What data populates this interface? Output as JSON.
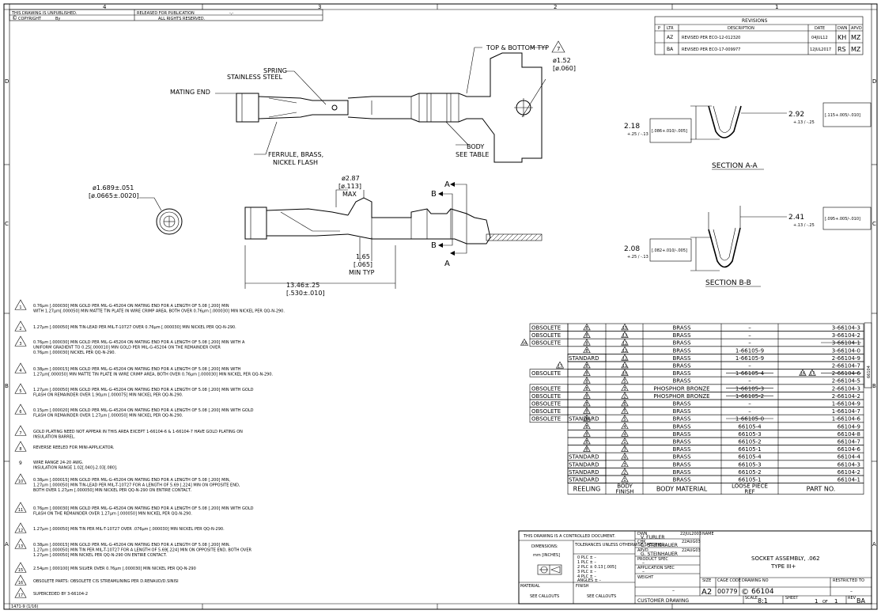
{
  "header": {
    "unpublished": "THIS DRAWING IS UNPUBLISHED.",
    "released": "RELEASED FOR PUBLICATION",
    "released_value": "-,-",
    "copyright": "COPYRIGHT",
    "copyright_by": "By",
    "rights": "ALL RIGHTS RESERVED."
  },
  "zones": {
    "top": [
      "4",
      "3",
      "2",
      "1"
    ],
    "side": [
      "D",
      "C",
      "B",
      "A"
    ]
  },
  "revisions": {
    "title": "REVISIONS",
    "headers": [
      "P",
      "LTR",
      "DESCRIPTION",
      "DATE",
      "DWN",
      "APVD"
    ],
    "rows": [
      {
        "ltr": "AZ",
        "desc": "REVISED PER ECO-12-012320",
        "date": "04JUL12",
        "dwn": "KH",
        "apvd": "MZ"
      },
      {
        "ltr": "BA",
        "desc": "REVISED PER ECO-17-009977",
        "date": "12JUL2017",
        "dwn": "RS",
        "apvd": "MZ"
      }
    ]
  },
  "labels": {
    "spring": "SPRING",
    "stainless": "STAINLESS STEEL",
    "mating_end": "MATING END",
    "top_bottom": "TOP & BOTTOM TYP",
    "dia152": "ø1.52",
    "dia060": "[ø.060]",
    "ferrule": "FERRULE, BRASS,",
    "nickel_flash": "NICKEL FLASH",
    "body": "BODY",
    "see_table": "SEE TABLE",
    "dia1689": "ø1.689±.051",
    "dia0665": "[ø.0665±.0020]",
    "dia287": "ø2.87",
    "dia113": "[ø.113]",
    "max": "MAX",
    "d165": "1.65",
    "d065": "[.065]",
    "min_typ": "MIN TYP",
    "d1346": "13.46±.25",
    "d530": "[.530±.010]",
    "A": "A",
    "B": "B",
    "note7": "7",
    "sec_aa": "SECTION A-A",
    "sec_bb": "SECTION B-B",
    "aa_w": "2.92",
    "aa_w_tol": "+.13 / -.25",
    "aa_w_in": "[.115+.005/-.010]",
    "aa_h": "2.18",
    "aa_h_tol": "+.25 / -.13",
    "aa_h_in": "[.086+.010/-.005]",
    "bb_w": "2.41",
    "bb_w_tol": "+.13 / -.25",
    "bb_w_in": "[.095+.005/-.010]",
    "bb_h": "2.08",
    "bb_h_tol": "+.25 / -.13",
    "bb_h_in": "[.082+.010/-.005]"
  },
  "notes": [
    {
      "n": "1",
      "flag": true,
      "text": [
        "0.76µm [.000030] MIN GOLD PER MIL-G-45204 ON MATING END FOR A LENGTH OF 5.08 [.200] MIN",
        "WITH 1.27µm[.000050] MIN MATTE TIN PLATE IN WIRE CRIMP AREA, BOTH OVER 0.76µm [.000030] MIN NICKEL PER QQ-N-290."
      ]
    },
    {
      "n": "2",
      "flag": true,
      "text": [
        "1.27µm [.000050] MIN TIN-LEAD PER MIL-T-10727 OVER 0.76µm [.000030] MIN NICKEL PER QQ-N-290."
      ]
    },
    {
      "n": "3",
      "flag": true,
      "text": [
        "0.76µm [.000030] MIN GOLD PER MIL-G-45204 ON MATING END FOR A LENGTH OF 5.08 [.200] MIN WITH A",
        "UNIFORM GRADIENT TO 0.25[.000010] MIN GOLD PER MIL-G-45204 ON THE REMAINDER OVER",
        "0.76µm [.000030] NICKEL PER QQ-N-290."
      ]
    },
    {
      "n": "4",
      "flag": true,
      "text": [
        "0.38µm [.000015] MIN GOLD PER MIL-G-45204 ON MATING END FOR A LENGTH OF 5.08 [.200] MIN WITH",
        "1.27µm[.000050] MIN MATTE TIN PLATE IN WIRE CRIMP AREA, BOTH OVER 0.76µm [.000030] MIN NICKEL PER QQ-N-290."
      ]
    },
    {
      "n": "5",
      "flag": true,
      "text": [
        "1.27µm [.000050] MIN GOLD PER MIL-G-45204 ON MATING END FOR A LENGTH OF 5.08 [.200] MIN WITH GOLD",
        "FLASH ON REMAINDER OVER 1.90µm [.000075] MIN NICKEL PER QQ-N-290."
      ]
    },
    {
      "n": "6",
      "flag": true,
      "text": [
        "0.15µm [.000020] MIN GOLD PER MIL-G-45204 ON MATING END FOR A LENGTH OF 5.08 [.200] MIN WITH GOLD",
        "FLASH ON REMAINDER OVER 1.27µm [.000050] MIN NICKEL PER QQ-N-290."
      ]
    },
    {
      "n": "7",
      "flag": true,
      "text": [
        "GOLD PLATING NEED NOT APPEAR IN THIS AREA EXCEPT 1-66104-6 & 1-66104-7 HAVE GOLD PLATING ON",
        "INSULATION BARREL."
      ]
    },
    {
      "n": "8",
      "flag": true,
      "text": [
        "REVERSE REELED FOR MINI-APPLICATOR."
      ]
    },
    {
      "n": "9",
      "flag": false,
      "text": [
        "WIRE RANGE 24-20 AWG.",
        "INSULATION RANGE 1.02[.040]-2.03[.080]."
      ]
    },
    {
      "n": "10",
      "flag": true,
      "text": [
        "0.38µm [.000015] MIN GOLD PER MIL-G-45204 ON MATING END FOR A LENGTH OF 5.08 [.200] MIN,",
        "1.27µm [.000050] MIN TIN-LEAD PER MIL-T-10727 FOR A LENGTH OF 5.69 [.224] MIN ON OPPOSITE END,",
        "BOTH OVER 1.27µm [.000050] MIN NICKEL PER QQ-N-290 ON ENTIRE CONTACT."
      ]
    },
    {
      "n": "11",
      "flag": true,
      "text": [
        "0.76µm [.000030] MIN GOLD PER MIL-G-45204 ON MATING END FOR A LENGTH OF 5.08 [.200] MIN WITH GOLD",
        "FLASH ON THE REMAINDER OVER 1.27µm [.000050] MIN NICKEL PER QQ-N-290."
      ]
    },
    {
      "n": "12",
      "flag": true,
      "text": [
        "1.27µm [.000050] MIN TIN PER MIL-T-10727 OVER .076µm [.000030] MIN NICKEL PER QQ-N-290."
      ]
    },
    {
      "n": "13",
      "flag": true,
      "text": [
        "0.38µm [.000015] MIN GOLD PER MIL-G-45204 ON MATING END FOR A LENGTH OF 5.08 [.200] MIN.",
        "1.27µm [.000050] MIN TIN PER MIL-T-10727 FOR A LENGTH OF 5.69[.224] MIN ON OPPOSITE END, BOTH OVER",
        "1.27µm [.000050] MIN NICKEL PER QQ-N-290 ON ENTIRE CONTACT."
      ]
    },
    {
      "n": "15",
      "flag": true,
      "text": [
        "2.54µm [.000100] MIN SILVER OVER 0.76µm [.000030] MIN NICKEL PER QQ-N-290"
      ]
    },
    {
      "n": "16",
      "flag": true,
      "text": [
        "OBSOLETE PARTS: OBSOLETE CIS STREAMLINING PER D.RENAUD/D.SINISI"
      ]
    },
    {
      "n": "17",
      "flag": true,
      "text": [
        "SUPERCEDED BY 3-66104-2"
      ]
    }
  ],
  "parts": {
    "side_tab": "66104",
    "headers": [
      "REELING",
      "BODY FINISH",
      "BODY MATERIAL",
      "LOOSE PIECE REF",
      "PART NO."
    ],
    "rows": [
      {
        "pre": "",
        "status": "OBSOLETE",
        "reel": "8",
        "fin": "15",
        "mat": "BRASS",
        "ref": "–",
        "part": "3-66104-3",
        "sref": false,
        "spart": false
      },
      {
        "pre": "",
        "status": "OBSOLETE",
        "reel": "8",
        "fin": "13",
        "mat": "BRASS",
        "ref": "–",
        "part": "3-66104-2",
        "sref": false,
        "spart": false
      },
      {
        "pre": "16",
        "status": "OBSOLETE",
        "reel": "8",
        "fin": "12",
        "mat": "BRASS",
        "ref": "–",
        "part": "3-66104-1",
        "sref": false,
        "spart": true
      },
      {
        "pre": "",
        "status": "",
        "reel": "8",
        "fin": "12",
        "mat": "BRASS",
        "ref": "1-66105-9",
        "part": "3-66104-0",
        "sref": false,
        "spart": false
      },
      {
        "pre": "",
        "status": "STANDARD",
        "reel": "",
        "fin": "12",
        "mat": "BRASS",
        "ref": "1-66105-9",
        "part": "2-66104-9",
        "sref": false,
        "spart": false
      },
      {
        "pre": "17",
        "status": "",
        "reel": "8",
        "fin": "11",
        "mat": "BRASS",
        "ref": "–",
        "part": "2-66104-7",
        "sref": false,
        "spart": false
      },
      {
        "pre": "",
        "status": "OBSOLETE",
        "reel": "8",
        "fin": "10",
        "mat": "BRASS",
        "ref": "1-66105-4",
        "part": "2-66104-6",
        "sref": true,
        "spart": true,
        "ppre": "16,17"
      },
      {
        "pre": "",
        "status": "",
        "reel": "8",
        "fin": "5",
        "mat": "BRASS",
        "ref": "–",
        "part": "2-66104-5",
        "sref": false,
        "spart": false
      },
      {
        "pre": "",
        "status": "OBSOLETE",
        "reel": "8",
        "fin": "3",
        "mat": "PHOSPHOR BRONZE",
        "ref": "1-66105-3",
        "part": "2-66104-3",
        "sref": true,
        "spart": false
      },
      {
        "pre": "",
        "status": "OBSOLETE",
        "reel": "8",
        "fin": "2",
        "mat": "PHOSPHOR BRONZE",
        "ref": "1-66105-2",
        "part": "2-66104-2",
        "sref": true,
        "spart": false
      },
      {
        "pre": "",
        "status": "OBSOLETE",
        "reel": "8",
        "fin": "6",
        "mat": "BRASS",
        "ref": "–",
        "part": "1-66104-9",
        "sref": false,
        "spart": false
      },
      {
        "pre": "",
        "status": "OBSOLETE",
        "reel": "8",
        "fin": "5",
        "mat": "BRASS",
        "ref": "–",
        "part": "1-66104-7",
        "sref": false,
        "spart": false
      },
      {
        "pre": "",
        "status": "OBSOLETE STANDARD",
        "reel": "8",
        "fin": "5",
        "mat": "BRASS",
        "ref": "1-66105-0",
        "part": "1-66104-6",
        "sref": true,
        "spart": false
      },
      {
        "pre": "",
        "status": "",
        "reel": "8",
        "fin": "4",
        "mat": "BRASS",
        "ref": "66105-4",
        "part": "66104-9",
        "sref": false,
        "spart": false
      },
      {
        "pre": "",
        "status": "",
        "reel": "8",
        "fin": "4",
        "mat": "BRASS",
        "ref": "66105-3",
        "part": "66104-8",
        "sref": false,
        "spart": false
      },
      {
        "pre": "",
        "status": "",
        "reel": "8",
        "fin": "1",
        "mat": "BRASS",
        "ref": "66105-2",
        "part": "66104-7",
        "sref": false,
        "spart": false
      },
      {
        "pre": "",
        "status": "",
        "reel": "8",
        "fin": "3",
        "mat": "BRASS",
        "ref": "66105-1",
        "part": "66104-6",
        "sref": false,
        "spart": false
      },
      {
        "pre": "",
        "status": "STANDARD",
        "reel": "",
        "fin": "4",
        "mat": "BRASS",
        "ref": "66105-4",
        "part": "66104-4",
        "sref": false,
        "spart": false
      },
      {
        "pre": "",
        "status": "STANDARD",
        "reel": "",
        "fin": "3",
        "mat": "BRASS",
        "ref": "66105-3",
        "part": "66104-3",
        "sref": false,
        "spart": false
      },
      {
        "pre": "",
        "status": "STANDARD",
        "reel": "",
        "fin": "2",
        "mat": "BRASS",
        "ref": "66105-2",
        "part": "66104-2",
        "sref": false,
        "spart": false
      },
      {
        "pre": "",
        "status": "STANDARD",
        "reel": "",
        "fin": "1",
        "mat": "BRASS",
        "ref": "66105-1",
        "part": "66104-1",
        "sref": false,
        "spart": false
      }
    ]
  },
  "title_block": {
    "controlled": "THIS DRAWING IS A CONTROLLED DOCUMENT.",
    "dwn_label": "DWN",
    "dwn_name": "V. FURLER",
    "dwn_date": "22JUL2003",
    "chk_label": "CHK",
    "chk_name": "G. STEINHAUER",
    "chk_date": "22AUG03",
    "apvd_label": "APVD",
    "apvd_name": "G. STEINHAUER",
    "apvd_date": "22AUG03",
    "dimensions": "DIMENSIONS:",
    "units": "mm [INCHES]",
    "tolerances": "TOLERANCES UNLESS OTHERWISE SPECIFIED:",
    "plc": [
      "0 PLC  ±  –",
      "1 PLC  ±  –",
      "2 PLC  ±  0.13 [.005]",
      "3 PLC  ±  –",
      "4 PLC  ±  –",
      "ANGLES  ±  –"
    ],
    "product_spec": "PRODUCT SPEC",
    "product_spec_value": "–",
    "application_spec": "APPLICATION SPEC",
    "application_spec_value": "–",
    "name_label": "NAME",
    "name_line1": "SOCKET ASSEMBLY, .062",
    "name_line2": "TYPE III+",
    "material": "MATERIAL",
    "see_callouts": "SEE CALLOUTS",
    "finish": "FINISH",
    "see_callouts2": "SEE CALLOUTS",
    "weight": "WEIGHT",
    "weight_value": "–",
    "size_label": "SIZE",
    "size": "A2",
    "cage_label": "CAGE CODE",
    "cage": "00779",
    "dwg_label": "DRAWING NO",
    "dwg": "66104",
    "restricted": "RESTRICTED TO",
    "restricted_value": "–",
    "customer": "CUSTOMER DRAWING",
    "scale_label": "SCALE",
    "scale": "8:1",
    "sheet_label": "SHEET",
    "sheet": "1",
    "of": "OF",
    "sheets": "1",
    "rev_label": "REV",
    "rev": "BA"
  },
  "footer": "1471-9 (1/16)"
}
